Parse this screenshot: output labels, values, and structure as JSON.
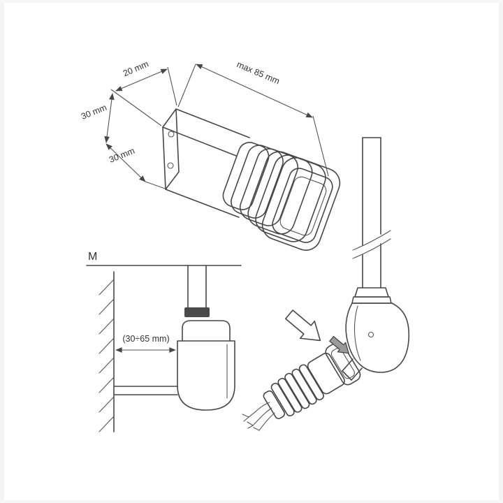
{
  "colors": {
    "line": "#474747",
    "dark_fill": "#4a4a4a",
    "arrow_fill_small": "#9a9a9a",
    "arrow_fill_large": "#ffffff",
    "background": "#ffffff"
  },
  "top_view": {
    "dim_width": "20 mm",
    "dim_height": "30 mm",
    "dim_depth": "30 mm",
    "dim_length": "max 85 mm"
  },
  "section_view": {
    "label": "M",
    "dim_offset": "(30÷65 mm)"
  }
}
